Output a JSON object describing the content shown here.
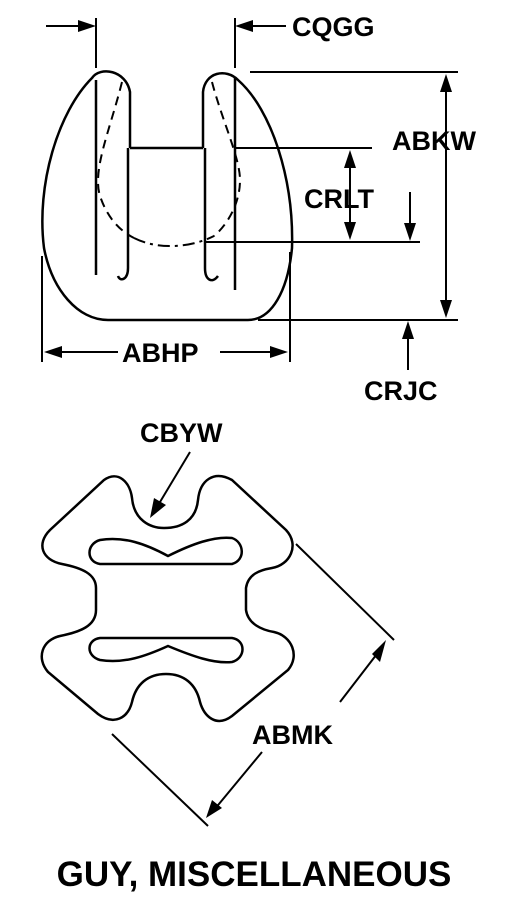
{
  "labels": {
    "cqgg": "CQGG",
    "abkw": "ABKW",
    "crlt": "CRLT",
    "abhp": "ABHP",
    "crjc": "CRJC",
    "cbyw": "CBYW",
    "abmk": "ABMK"
  },
  "title": "GUY, MISCELLANEOUS"
}
